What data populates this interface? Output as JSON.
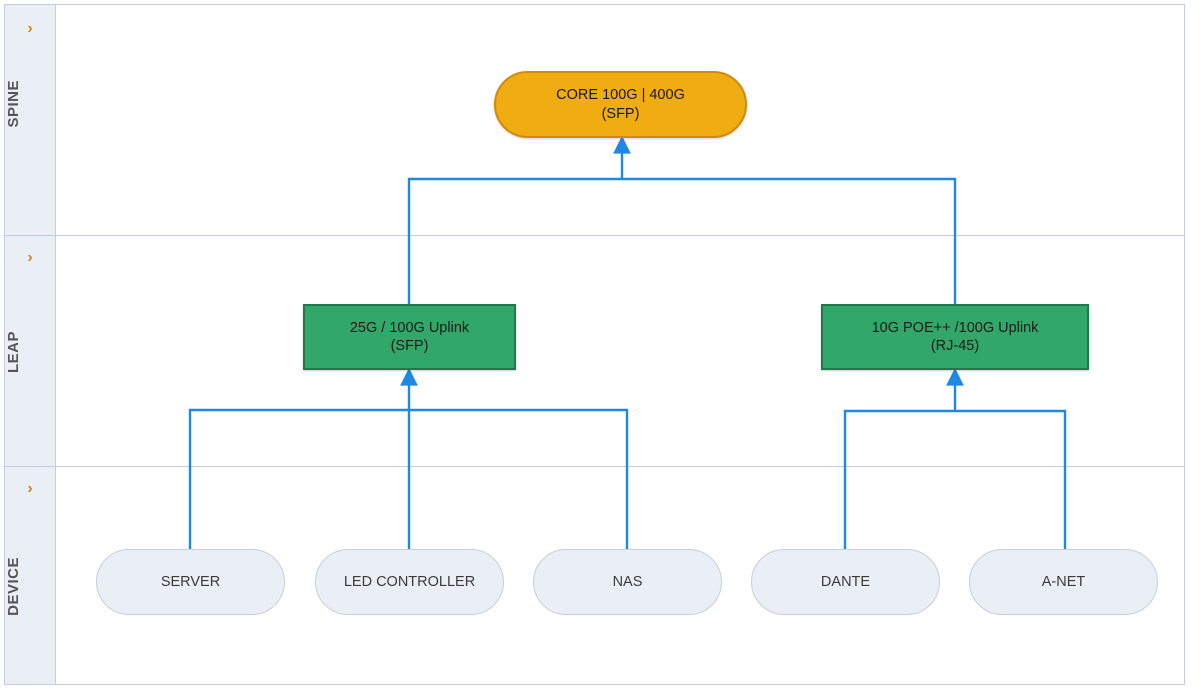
{
  "diagram": {
    "title": "Network Topology Swimlane",
    "colors": {
      "core_fill": "#f0ad11",
      "core_stroke": "#d4890b",
      "leap_fill": "#31a86a",
      "leap_stroke": "#1f7a4a",
      "device_fill": "#eaeef5",
      "device_stroke": "#c6cfdf",
      "edge": "#1e88e5",
      "lane_fill": "#eaeef5",
      "lane_stroke": "#c3cde0",
      "chevron": "#d08a1a"
    }
  },
  "lanes": [
    {
      "label": "SPINE",
      "chevron": "›"
    },
    {
      "label": "LEAP",
      "chevron": "›"
    },
    {
      "label": "DEVICE",
      "chevron": "›"
    }
  ],
  "nodes": {
    "core": {
      "label": "CORE 100G | 400G\n(SFP)"
    },
    "leap": [
      {
        "label": "25G / 100G Uplink\n(SFP)"
      },
      {
        "label": "10G POE++ /100G Uplink\n(RJ-45)"
      }
    ],
    "devices": [
      {
        "label": "SERVER"
      },
      {
        "label": "LED CONTROLLER"
      },
      {
        "label": "NAS"
      },
      {
        "label": "DANTE"
      },
      {
        "label": "A-NET"
      }
    ]
  },
  "connections": [
    {
      "from": "25G / 100G Uplink (SFP)",
      "to": "CORE 100G | 400G (SFP)"
    },
    {
      "from": "10G POE++ /100G Uplink (RJ-45)",
      "to": "CORE 100G | 400G (SFP)"
    },
    {
      "from": "SERVER",
      "to": "25G / 100G Uplink (SFP)"
    },
    {
      "from": "LED CONTROLLER",
      "to": "25G / 100G Uplink (SFP)"
    },
    {
      "from": "NAS",
      "to": "25G / 100G Uplink (SFP)"
    },
    {
      "from": "DANTE",
      "to": "10G POE++ /100G Uplink (RJ-45)"
    },
    {
      "from": "A-NET",
      "to": "10G POE++ /100G Uplink (RJ-45)"
    }
  ]
}
